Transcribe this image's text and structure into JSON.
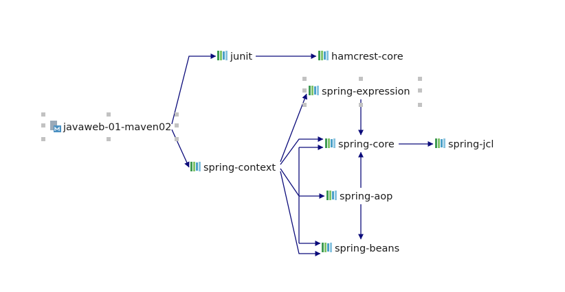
{
  "diagram": {
    "type": "maven-dependency-graph",
    "colors": {
      "edge": "#0b0b7a",
      "selection_handle": "#c2c2c2",
      "library_icon_bars": [
        "#3e9a52",
        "#7fc36a",
        "#4aa0c8",
        "#8ac4e0"
      ],
      "module_icon": "#4a90c2"
    },
    "nodes": [
      {
        "id": "javaweb",
        "label": "javaweb-01-maven02",
        "icon": "maven-module-icon",
        "selected": true
      },
      {
        "id": "junit",
        "label": "junit",
        "icon": "library-icon"
      },
      {
        "id": "hamcrest",
        "label": "hamcrest-core",
        "icon": "library-icon"
      },
      {
        "id": "expression",
        "label": "spring-expression",
        "icon": "library-icon",
        "selected": true
      },
      {
        "id": "context",
        "label": "spring-context",
        "icon": "library-icon"
      },
      {
        "id": "core",
        "label": "spring-core",
        "icon": "library-icon"
      },
      {
        "id": "jcl",
        "label": "spring-jcl",
        "icon": "library-icon"
      },
      {
        "id": "aop",
        "label": "spring-aop",
        "icon": "library-icon"
      },
      {
        "id": "beans",
        "label": "spring-beans",
        "icon": "library-icon"
      }
    ],
    "edges": [
      {
        "from": "javaweb",
        "to": "junit"
      },
      {
        "from": "javaweb",
        "to": "context"
      },
      {
        "from": "junit",
        "to": "hamcrest"
      },
      {
        "from": "context",
        "to": "expression"
      },
      {
        "from": "context",
        "to": "core"
      },
      {
        "from": "context",
        "to": "aop"
      },
      {
        "from": "context",
        "to": "beans"
      },
      {
        "from": "expression",
        "to": "core"
      },
      {
        "from": "core",
        "to": "jcl"
      },
      {
        "from": "aop",
        "to": "core"
      },
      {
        "from": "aop",
        "to": "beans"
      }
    ]
  }
}
